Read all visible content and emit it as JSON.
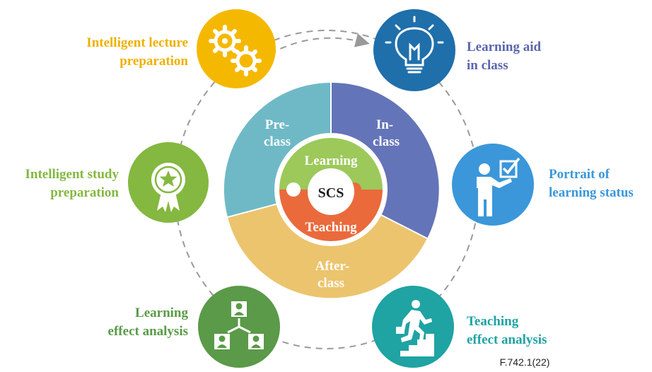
{
  "center": {
    "label": "SCS",
    "inner_top": "Learning",
    "inner_bottom": "Teaching",
    "segments": {
      "pre_class": [
        "Pre-",
        "class"
      ],
      "in_class": [
        "In-",
        "class"
      ],
      "after_class": [
        "After-",
        "class"
      ]
    }
  },
  "nodes": {
    "lecture_prep": [
      "Intelligent lecture",
      "preparation"
    ],
    "learning_aid": [
      "Learning aid",
      "in class"
    ],
    "study_prep": [
      "Intelligent study",
      "preparation"
    ],
    "portrait": [
      "Portrait of",
      "learning status"
    ],
    "learning_effect": [
      "Learning",
      "effect analysis"
    ],
    "teaching_effect": [
      "Teaching",
      "effect analysis"
    ]
  },
  "figure_id": "F.742.1(22)",
  "colors": {
    "pre_class": "#6fb9c6",
    "in_class": "#6474b8",
    "after_class": "#ecc46d",
    "learning": "#9cc95a",
    "teaching": "#ea6a3c",
    "lecture_prep": "#f5b800",
    "learning_aid": "#1f6fab",
    "study_prep": "#84b841",
    "portrait": "#3b97d9",
    "learning_effect": "#5a9a48",
    "teaching_effect": "#1fa3a3",
    "lecture_text": "#f0b000",
    "aid_text": "#5a66ae",
    "study_text": "#84b841",
    "portrait_text": "#3b97d9",
    "learning_effect_text": "#5a9a48",
    "teaching_effect_text": "#1fa3a3"
  },
  "icons": {
    "lecture_prep": "gears-icon",
    "learning_aid": "lightbulb-icon",
    "study_prep": "award-badge-icon",
    "portrait": "presenter-checkbox-icon",
    "learning_effect": "people-network-icon",
    "teaching_effect": "climbing-stairs-icon"
  }
}
